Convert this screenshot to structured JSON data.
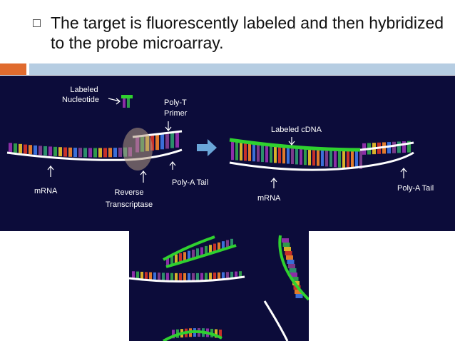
{
  "bullet": {
    "icon": "square-bullet-icon",
    "text": "The target is fluorescently labeled and then hybridized to the probe microarray."
  },
  "colors": {
    "accent_orange": "#e06b2e",
    "accent_blue": "#b6cde2",
    "panel_bg": "#0c0c3a",
    "label_green": "#2fd12f"
  },
  "diagram": {
    "labels": {
      "labeled_nucleotide_1": "Labeled",
      "labeled_nucleotide_2": "Nucleotide",
      "poly_t_primer_1": "Poly-T",
      "poly_t_primer_2": "Primer",
      "mrna_left": "mRNA",
      "reverse_transcriptase_1": "Reverse",
      "reverse_transcriptase_2": "Transcriptase",
      "poly_a_tail_left": "Poly-A Tail",
      "labeled_cdna": "Labeled cDNA",
      "mrna_right": "mRNA",
      "poly_a_tail_right": "Poly-A Tail"
    }
  }
}
